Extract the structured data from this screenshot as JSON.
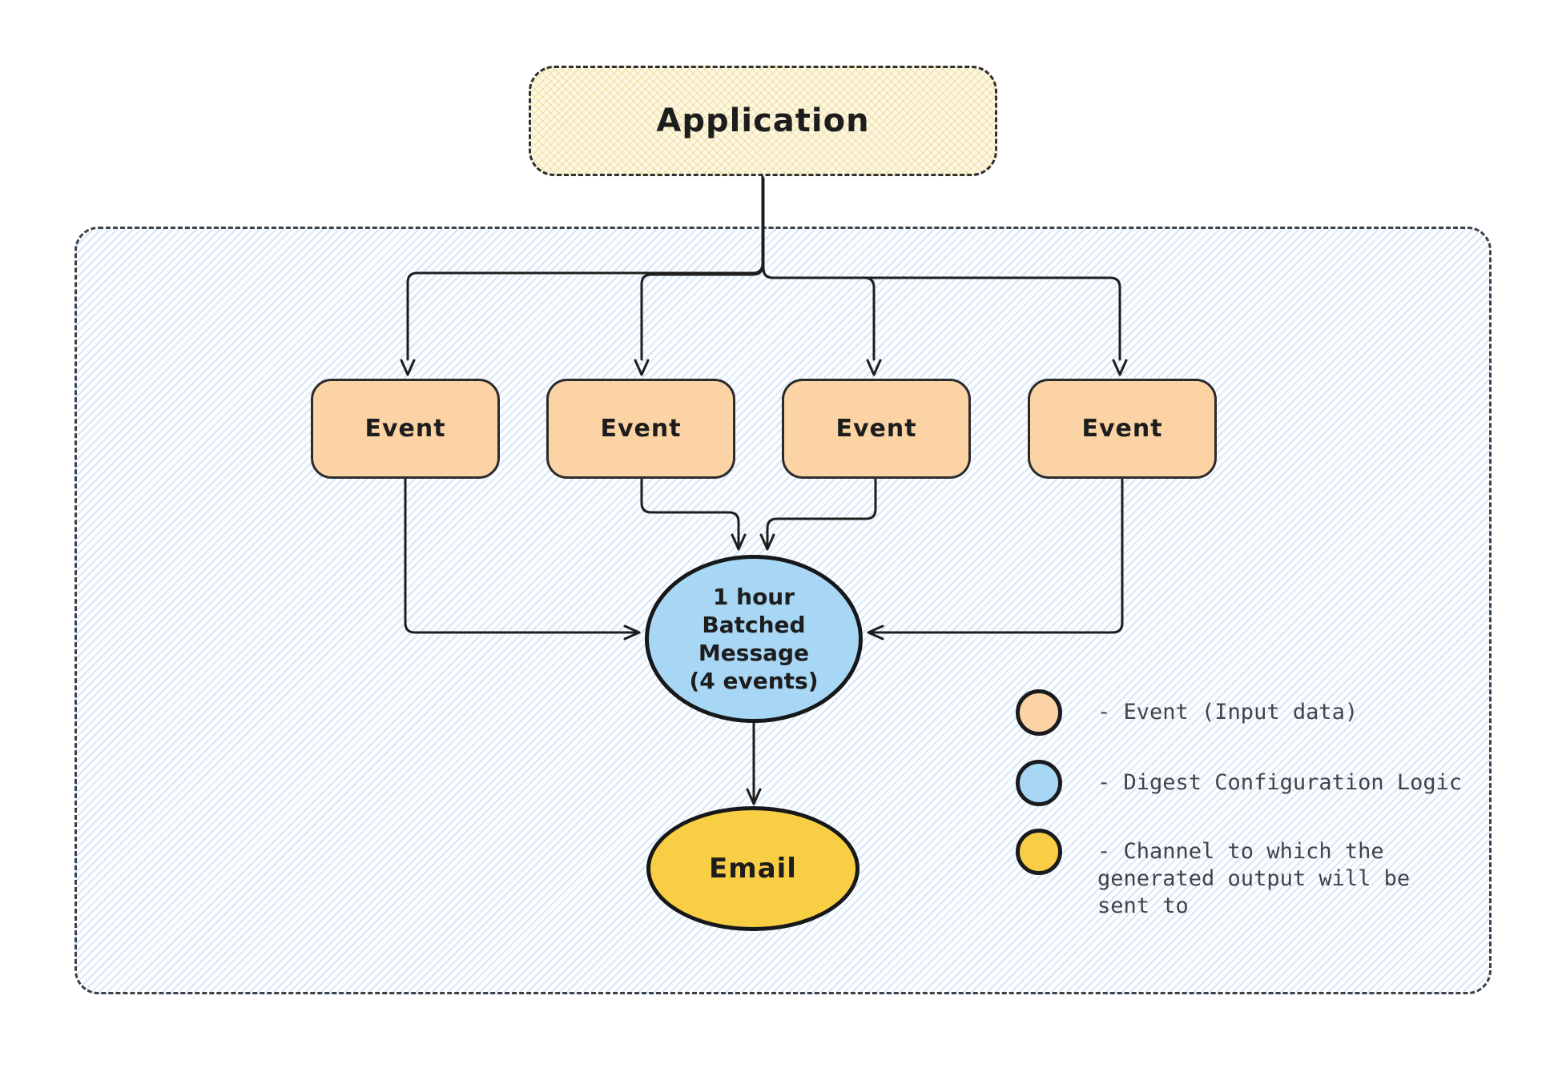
{
  "diagram": {
    "application": {
      "label": "Application"
    },
    "events": [
      {
        "label": "Event"
      },
      {
        "label": "Event"
      },
      {
        "label": "Event"
      },
      {
        "label": "Event"
      }
    ],
    "digest": {
      "label": "1 hour\nBatched\nMessage\n(4 events)"
    },
    "channel": {
      "label": "Email"
    },
    "legend": {
      "items": [
        {
          "swatch": "event-swatch-circle",
          "color": "#fbd3a4",
          "label": "- Event (Input data)"
        },
        {
          "swatch": "digest-swatch-circle",
          "color": "#a7d7f4",
          "label": "- Digest Configuration Logic"
        },
        {
          "swatch": "channel-swatch-circle",
          "color": "#f8ce45",
          "label": "- Channel to which the generated output will be sent to"
        }
      ]
    },
    "colors": {
      "application_fill": "#fdf8e3",
      "event_fill": "#fbd3a4",
      "digest_fill": "#a7d7f4",
      "channel_fill": "#f8ce45",
      "container_hatch": "#cfe2f5",
      "stroke": "#1e1e1e"
    }
  }
}
